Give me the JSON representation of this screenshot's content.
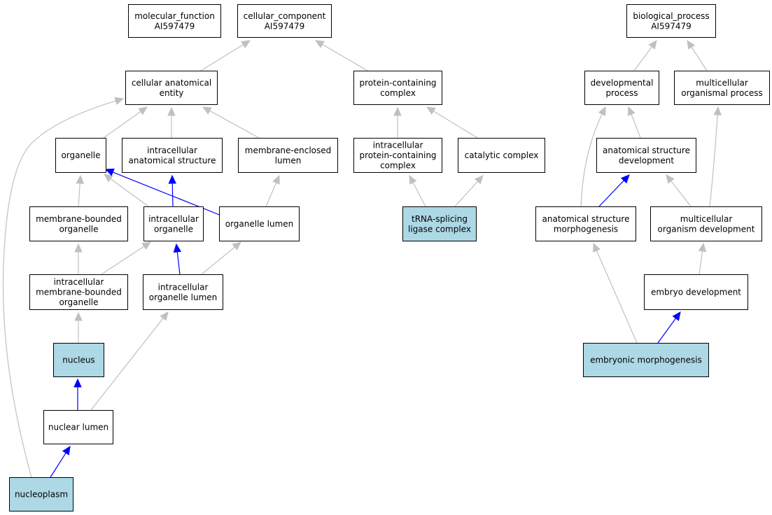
{
  "colors": {
    "node_fill": "#ffffff",
    "highlight_fill": "#add8e6",
    "gray_edge": "#c0c0c0",
    "blue_edge": "#0000ff"
  },
  "nodes": [
    {
      "id": "molecular_function",
      "lines": [
        "molecular_function",
        "AI597479"
      ],
      "highlight": false
    },
    {
      "id": "cellular_component",
      "lines": [
        "cellular_component",
        "AI597479"
      ],
      "highlight": false
    },
    {
      "id": "biological_process",
      "lines": [
        "biological_process",
        "AI597479"
      ],
      "highlight": false
    },
    {
      "id": "cellular_anatomical_entity",
      "lines": [
        "cellular anatomical",
        "entity"
      ],
      "highlight": false
    },
    {
      "id": "protein_containing_complex",
      "lines": [
        "protein-containing",
        "complex"
      ],
      "highlight": false
    },
    {
      "id": "developmental_process",
      "lines": [
        "developmental",
        "process"
      ],
      "highlight": false
    },
    {
      "id": "multicellular_organismal_process",
      "lines": [
        "multicellular",
        "organismal process"
      ],
      "highlight": false
    },
    {
      "id": "organelle",
      "lines": [
        "organelle"
      ],
      "highlight": false
    },
    {
      "id": "intracellular_anatomical_structure",
      "lines": [
        "intracellular",
        "anatomical structure"
      ],
      "highlight": false
    },
    {
      "id": "membrane_enclosed_lumen",
      "lines": [
        "membrane-enclosed",
        "lumen"
      ],
      "highlight": false
    },
    {
      "id": "intracellular_protein_containing_complex",
      "lines": [
        "intracellular",
        "protein-containing",
        "complex"
      ],
      "highlight": false
    },
    {
      "id": "catalytic_complex",
      "lines": [
        "catalytic complex"
      ],
      "highlight": false
    },
    {
      "id": "anatomical_structure_development",
      "lines": [
        "anatomical structure",
        "development"
      ],
      "highlight": false
    },
    {
      "id": "membrane_bounded_organelle",
      "lines": [
        "membrane-bounded",
        "organelle"
      ],
      "highlight": false
    },
    {
      "id": "intracellular_organelle",
      "lines": [
        "intracellular",
        "organelle"
      ],
      "highlight": false
    },
    {
      "id": "organelle_lumen",
      "lines": [
        "organelle lumen"
      ],
      "highlight": false
    },
    {
      "id": "trna_splicing_ligase_complex",
      "lines": [
        "tRNA-splicing",
        "ligase complex"
      ],
      "highlight": true
    },
    {
      "id": "anatomical_structure_morphogenesis",
      "lines": [
        "anatomical structure",
        "morphogenesis"
      ],
      "highlight": false
    },
    {
      "id": "multicellular_organism_development",
      "lines": [
        "multicellular",
        "organism development"
      ],
      "highlight": false
    },
    {
      "id": "intracellular_membrane_bounded_organelle",
      "lines": [
        "intracellular",
        "membrane-bounded",
        "organelle"
      ],
      "highlight": false
    },
    {
      "id": "intracellular_organelle_lumen",
      "lines": [
        "intracellular",
        "organelle lumen"
      ],
      "highlight": false
    },
    {
      "id": "embryo_development",
      "lines": [
        "embryo development"
      ],
      "highlight": false
    },
    {
      "id": "nucleus",
      "lines": [
        "nucleus"
      ],
      "highlight": true
    },
    {
      "id": "embryonic_morphogenesis",
      "lines": [
        "embryonic morphogenesis"
      ],
      "highlight": true
    },
    {
      "id": "nuclear_lumen",
      "lines": [
        "nuclear lumen"
      ],
      "highlight": false
    },
    {
      "id": "nucleoplasm",
      "lines": [
        "nucleoplasm"
      ],
      "highlight": true
    }
  ],
  "edges": [
    {
      "from": "cellular_anatomical_entity",
      "to": "cellular_component",
      "style": "gray"
    },
    {
      "from": "protein_containing_complex",
      "to": "cellular_component",
      "style": "gray"
    },
    {
      "from": "developmental_process",
      "to": "biological_process",
      "style": "gray"
    },
    {
      "from": "multicellular_organismal_process",
      "to": "biological_process",
      "style": "gray"
    },
    {
      "from": "organelle",
      "to": "cellular_anatomical_entity",
      "style": "gray"
    },
    {
      "from": "intracellular_anatomical_structure",
      "to": "cellular_anatomical_entity",
      "style": "gray"
    },
    {
      "from": "membrane_enclosed_lumen",
      "to": "cellular_anatomical_entity",
      "style": "gray"
    },
    {
      "from": "nucleoplasm",
      "to": "cellular_anatomical_entity",
      "style": "gray"
    },
    {
      "from": "intracellular_protein_containing_complex",
      "to": "protein_containing_complex",
      "style": "gray"
    },
    {
      "from": "catalytic_complex",
      "to": "protein_containing_complex",
      "style": "gray"
    },
    {
      "from": "membrane_bounded_organelle",
      "to": "organelle",
      "style": "gray"
    },
    {
      "from": "intracellular_organelle",
      "to": "organelle",
      "style": "gray"
    },
    {
      "from": "organelle_lumen",
      "to": "organelle",
      "style": "blue"
    },
    {
      "from": "intracellular_organelle",
      "to": "intracellular_anatomical_structure",
      "style": "blue"
    },
    {
      "from": "organelle_lumen",
      "to": "membrane_enclosed_lumen",
      "style": "gray"
    },
    {
      "from": "trna_splicing_ligase_complex",
      "to": "intracellular_protein_containing_complex",
      "style": "gray"
    },
    {
      "from": "trna_splicing_ligase_complex",
      "to": "catalytic_complex",
      "style": "gray"
    },
    {
      "from": "intracellular_membrane_bounded_organelle",
      "to": "membrane_bounded_organelle",
      "style": "gray"
    },
    {
      "from": "intracellular_membrane_bounded_organelle",
      "to": "intracellular_organelle",
      "style": "gray"
    },
    {
      "from": "intracellular_organelle_lumen",
      "to": "intracellular_organelle",
      "style": "blue"
    },
    {
      "from": "intracellular_organelle_lumen",
      "to": "organelle_lumen",
      "style": "gray"
    },
    {
      "from": "nucleus",
      "to": "intracellular_membrane_bounded_organelle",
      "style": "gray"
    },
    {
      "from": "nuclear_lumen",
      "to": "intracellular_organelle_lumen",
      "style": "gray"
    },
    {
      "from": "nuclear_lumen",
      "to": "nucleus",
      "style": "blue"
    },
    {
      "from": "nucleoplasm",
      "to": "nuclear_lumen",
      "style": "blue"
    },
    {
      "from": "anatomical_structure_development",
      "to": "developmental_process",
      "style": "gray"
    },
    {
      "from": "anatomical_structure_morphogenesis",
      "to": "developmental_process",
      "style": "gray"
    },
    {
      "from": "anatomical_structure_morphogenesis",
      "to": "anatomical_structure_development",
      "style": "blue"
    },
    {
      "from": "multicellular_organism_development",
      "to": "anatomical_structure_development",
      "style": "gray"
    },
    {
      "from": "multicellular_organism_development",
      "to": "multicellular_organismal_process",
      "style": "gray"
    },
    {
      "from": "embryo_development",
      "to": "multicellular_organism_development",
      "style": "gray"
    },
    {
      "from": "embryonic_morphogenesis",
      "to": "anatomical_structure_morphogenesis",
      "style": "gray"
    },
    {
      "from": "embryonic_morphogenesis",
      "to": "embryo_development",
      "style": "blue"
    }
  ]
}
